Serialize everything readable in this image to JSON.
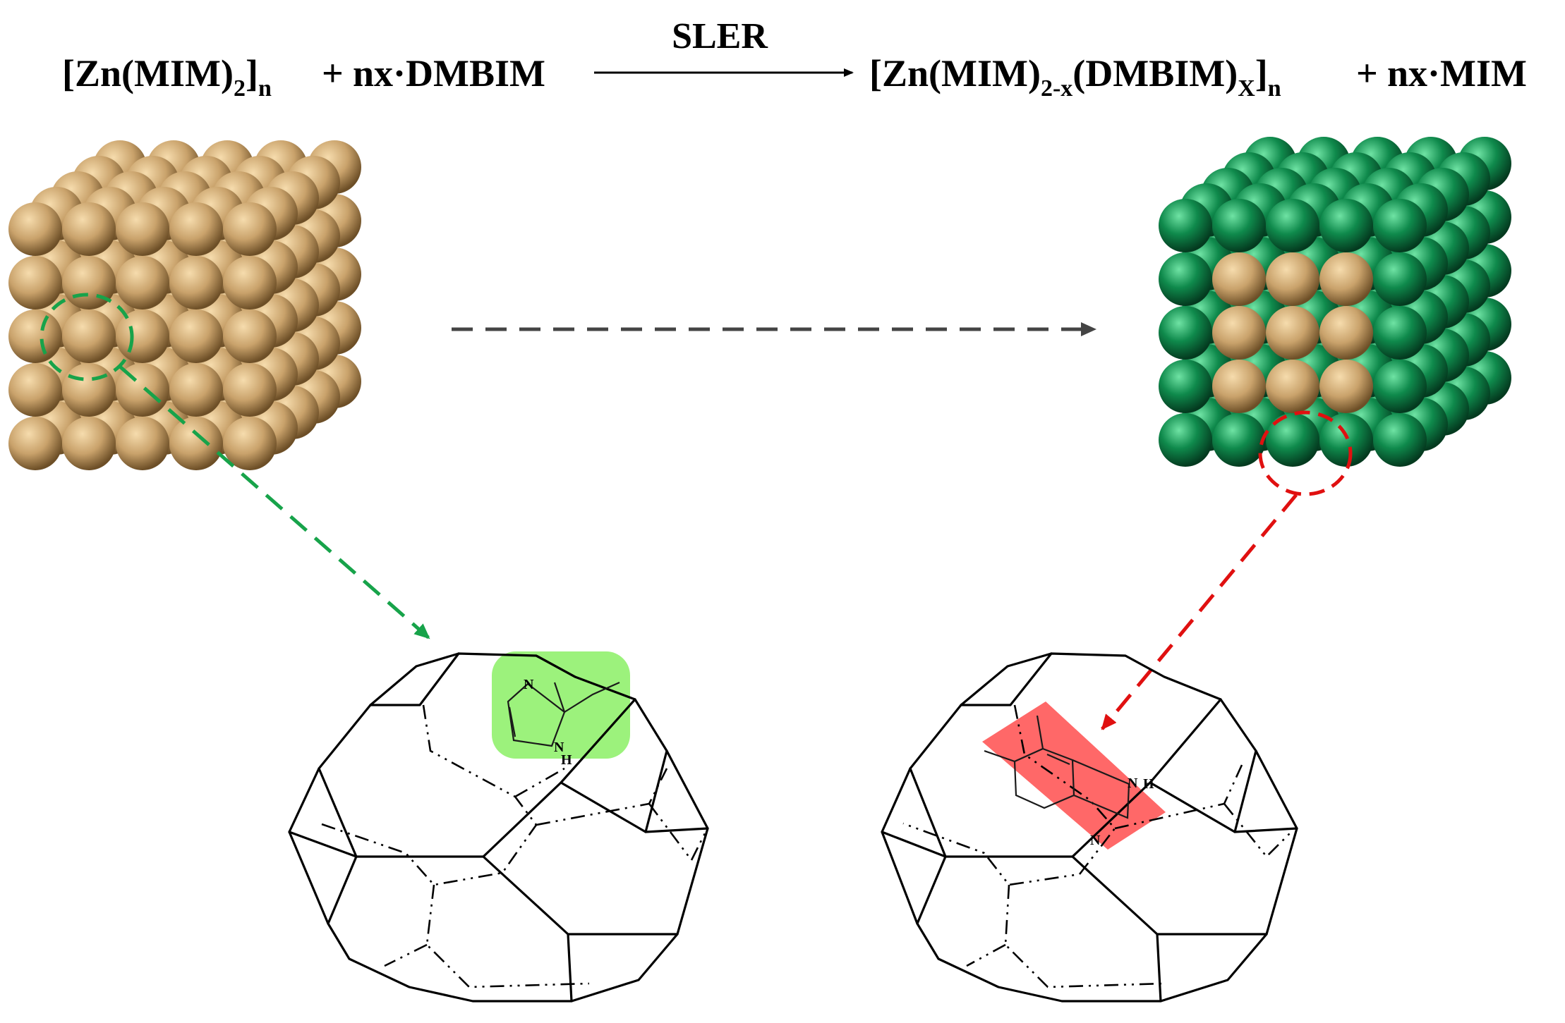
{
  "equation": {
    "reactant_formula": "Zn(MIM)",
    "reactant_sub_2": "2",
    "reactant_sub_n": "n",
    "plus_1": "+",
    "reactant_2": "nx·DMBIM",
    "arrow_label": "SLER",
    "product_formula_a": "Zn(MIM)",
    "product_sub_2x": "2-x",
    "product_formula_b": "(DMBIM)",
    "product_sub_x": "X",
    "product_sub_n": "n",
    "plus_2": "+",
    "product_2": "nx·MIM"
  },
  "molecules": {
    "mim": {
      "n_top": "N",
      "nh": "N",
      "h": "H"
    },
    "dmbim": {
      "nh": "N",
      "h": "H",
      "n_bottom": "N"
    }
  },
  "colors": {
    "tan_sphere": "#c9a26b",
    "green_sphere": "#0f8a4c",
    "green_dash": "#17a34a",
    "red_dash": "#e01010",
    "gray_dash": "#444444",
    "mim_highlight": "#9cf27c",
    "dmbim_highlight": "#ff4d4d"
  }
}
